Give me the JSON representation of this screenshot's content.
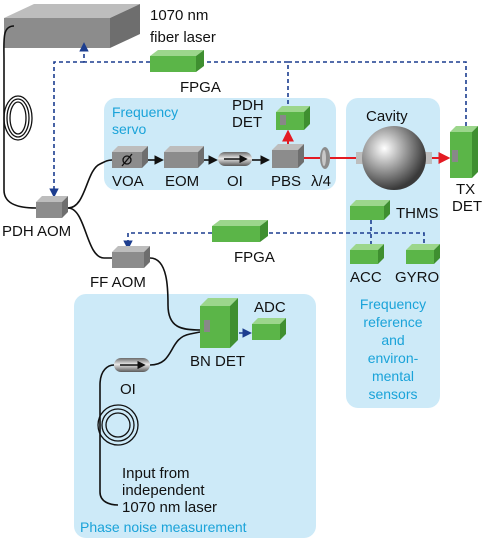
{
  "colors": {
    "panel": "#cdeaf8",
    "blue_text": "#1aa3d9",
    "green": "#5bb548",
    "gray_box": "#8c8c8c",
    "red_beam": "#e31b23",
    "dashed_blue": "#1c3d8f",
    "black_line": "#111111"
  },
  "labels": {
    "laser": "1070 nm",
    "laser2": "fiber laser",
    "fpga_top": "FPGA",
    "fpga_mid": "FPGA",
    "pdh_det_1": "PDH",
    "pdh_det_2": "DET",
    "freq_servo_1": "Frequency",
    "freq_servo_2": "servo",
    "cavity": "Cavity",
    "voa": "VOA",
    "eom": "EOM",
    "oi_top": "OI",
    "pbs": "PBS",
    "qwp": "λ/4",
    "tx_det_1": "TX",
    "tx_det_2": "DET",
    "pdh_aom": "PDH AOM",
    "ff_aom": "FF AOM",
    "thms": "THMS",
    "acc": "ACC",
    "gyro": "GYRO",
    "ref_1": "Frequency",
    "ref_2": "reference",
    "ref_3": "and",
    "ref_4": "environ-",
    "ref_5": "mental",
    "ref_6": "sensors",
    "adc": "ADC",
    "bn_det": "BN DET",
    "oi_bottom": "OI",
    "input_1": "Input from",
    "input_2": "independent",
    "input_3": "1070 nm laser",
    "phase_noise": "Phase noise measurement"
  }
}
